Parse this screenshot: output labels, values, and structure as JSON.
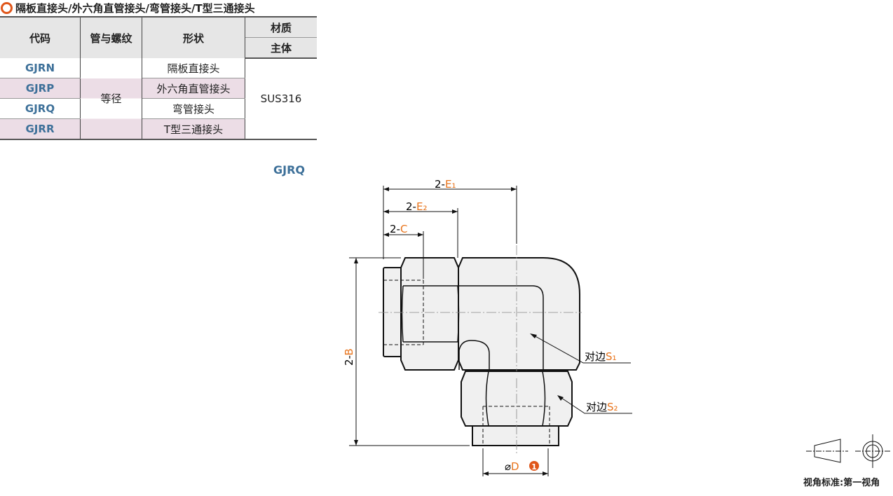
{
  "title": "隔板直接头/外六角直管接头/弯管接头/T型三通接头",
  "table": {
    "headers": {
      "code": "代码",
      "thread": "管与螺纹",
      "shape": "形状",
      "material": "材质",
      "body": "主体"
    },
    "thread_value": "等径",
    "material_value": "SUS316",
    "rows": [
      {
        "code": "GJRN",
        "shape": "隔板直接头"
      },
      {
        "code": "GJRP",
        "shape": "外六角直管接头"
      },
      {
        "code": "GJRQ",
        "shape": "弯管接头"
      },
      {
        "code": "GJRR",
        "shape": "T型三通接头"
      }
    ]
  },
  "drawing": {
    "code": "GJRQ",
    "dim_prefix": "2-",
    "E1": "E₁",
    "E2": "E₂",
    "C": "C",
    "B": "B",
    "D": "D",
    "D_symbol": "⌀",
    "D_note": "1",
    "S1_label": "对边",
    "S1": "S₁",
    "S2_label": "对边",
    "S2": "S₂"
  },
  "view_standard": "视角标准:第一视角",
  "colors": {
    "accent": "#e8741c",
    "code": "#3d7099",
    "pink": "#ecdde6"
  }
}
